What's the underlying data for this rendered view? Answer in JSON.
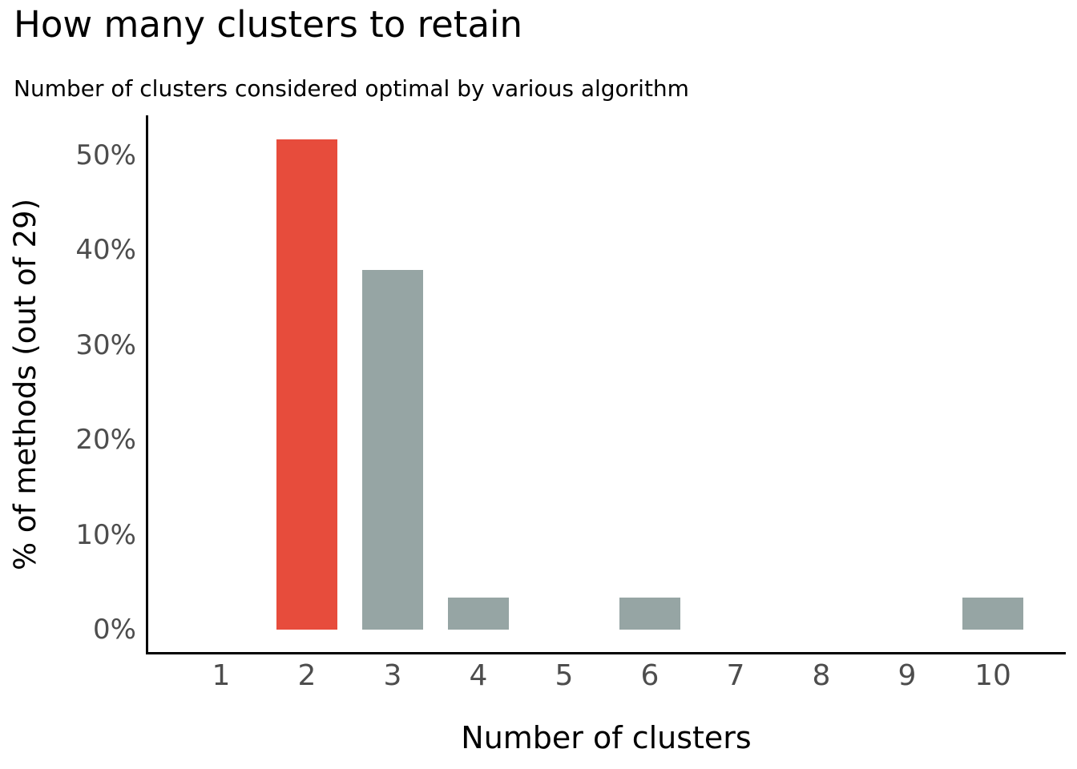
{
  "title": "How many clusters to retain",
  "subtitle": "Number of clusters considered optimal by various algorithm",
  "chart_data": {
    "type": "bar",
    "title": "How many clusters to retain",
    "subtitle": "Number of clusters considered optimal by various algorithm",
    "xlabel": "Number of clusters",
    "ylabel": "% of methods (out of 29)",
    "categories": [
      "1",
      "2",
      "3",
      "4",
      "5",
      "6",
      "7",
      "8",
      "9",
      "10"
    ],
    "values": [
      0,
      51.7,
      37.9,
      3.4,
      0,
      3.4,
      0,
      0,
      0,
      3.4
    ],
    "ytick_labels": [
      "0%",
      "10%",
      "20%",
      "30%",
      "40%",
      "50%"
    ],
    "ytick_values": [
      0,
      10,
      20,
      30,
      40,
      50
    ],
    "ylim": [
      0,
      54.2
    ],
    "grid": "off",
    "legend": "none",
    "highlighted_category": "2",
    "colors": {
      "bar_default": "#96A5A4",
      "bar_highlight": "#E74C3C",
      "axis_line": "#000000",
      "tick_label": "#4d4d4d",
      "title_text": "#000000"
    }
  }
}
